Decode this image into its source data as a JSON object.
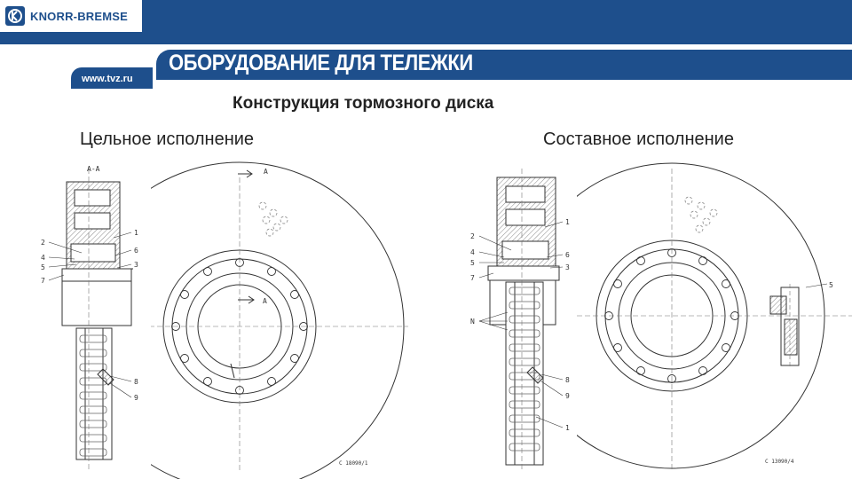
{
  "header": {
    "brand": "KNORR-BREMSE",
    "url": "www.tvz.ru",
    "title": "ОБОРУДОВАНИЕ ДЛЯ ТЕЛЕЖКИ"
  },
  "slide": {
    "subtitle": "Конструкция тормозного диска",
    "left_caption": "Цельное исполнение",
    "right_caption": "Составное исполнение"
  },
  "left_drawing": {
    "section_label": "А-А",
    "cut_label": "А",
    "center_label": "А",
    "callouts_left": [
      "2",
      "4",
      "5",
      "7"
    ],
    "callouts_right": [
      "1",
      "6",
      "3"
    ],
    "callouts_bottom": [
      "8",
      "9"
    ],
    "drawing_number": "C 18090/1"
  },
  "right_drawing": {
    "callouts_left": [
      "2",
      "4",
      "5",
      "7"
    ],
    "callouts_right": [
      "1",
      "6",
      "3"
    ],
    "callouts_bottom": [
      "8",
      "9",
      "1"
    ],
    "n_label": "N",
    "detail_label": "5",
    "drawing_number": "C 13090/4"
  },
  "colors": {
    "brand_blue": "#1e4f8c",
    "line": "#333333"
  }
}
